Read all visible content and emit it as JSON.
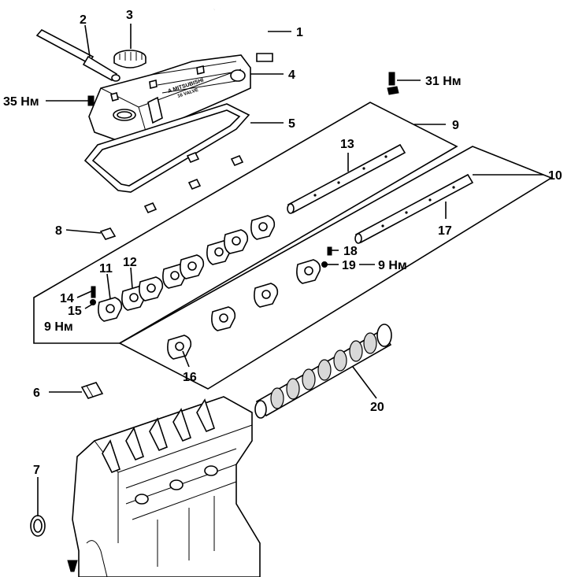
{
  "callouts": {
    "c1": "1",
    "c2": "2",
    "c3": "3",
    "c4": "4",
    "c5": "5",
    "c6": "6",
    "c7": "7",
    "c8": "8",
    "c9": "9",
    "c10": "10",
    "c11": "11",
    "c12": "12",
    "c13": "13",
    "c14": "14",
    "c15": "15",
    "c16": "16",
    "c17": "17",
    "c18": "18",
    "c19": "19",
    "c20": "20"
  },
  "torques": {
    "t35": "35 Нм",
    "t31": "31 Нм",
    "t9a": "9 Нм",
    "t9b": "9 Нм"
  },
  "icons": {
    "breather_hose": "hose-icon",
    "dipstick": "dipstick-icon",
    "oil_filler_cap": "cap-icon",
    "valve_cover": "valve-cover-icon",
    "gasket": "gasket-icon",
    "rocker_arm": "rocker-arm-icon",
    "rocker_shaft": "shaft-icon",
    "camshaft": "camshaft-icon",
    "cylinder_head": "cylinder-head-icon",
    "bolt": "bolt-icon",
    "oil_seal": "seal-icon",
    "plug": "plug-icon"
  }
}
